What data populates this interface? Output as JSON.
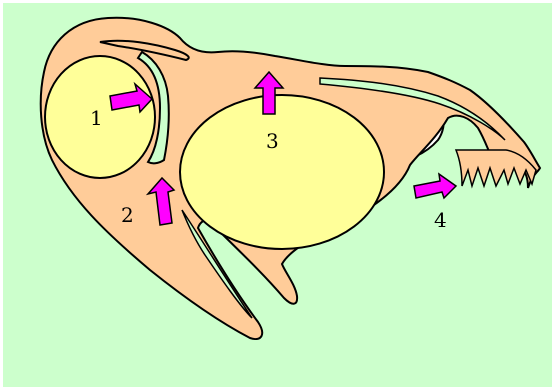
{
  "labels": {
    "one": "1",
    "two": "2",
    "three": "3",
    "four": "4"
  },
  "colors": {
    "background": "#CCFFCC",
    "body": "#FFCC99",
    "cavity": "#FFFF99",
    "arrow": "#FF00FF",
    "outline": "#000000",
    "gap": "#FFFFFF"
  }
}
